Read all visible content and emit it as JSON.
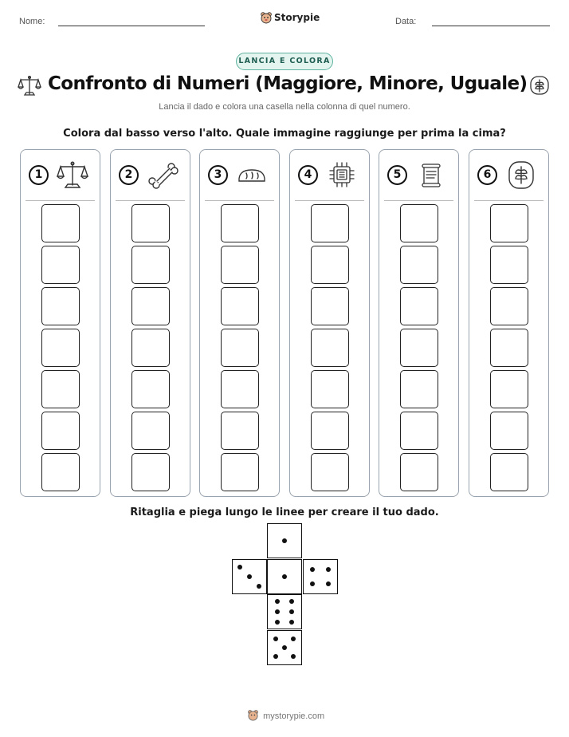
{
  "header": {
    "name_label": "Nome:",
    "date_label": "Data:",
    "brand": "Storypie"
  },
  "badge": "LANCIA E COLORA",
  "title": "Confronto di Numeri (Maggiore, Minore, Uguale)",
  "subtitle": "Lancia il dado e colora una casella nella colonna di quel numero.",
  "instruction": "Colora dal basso verso l'alto. Quale immagine raggiunge per prima la cima?",
  "columns": [
    {
      "number": "1",
      "icon": "balance-scale-icon"
    },
    {
      "number": "2",
      "icon": "bone-icon"
    },
    {
      "number": "3",
      "icon": "bread-icon"
    },
    {
      "number": "4",
      "icon": "microchip-icon"
    },
    {
      "number": "5",
      "icon": "scroll-icon"
    },
    {
      "number": "6",
      "icon": "leaf-emblem-icon"
    }
  ],
  "boxes_per_column": 7,
  "die_instruction": "Ritaglia e piega lungo le linee per creare il tuo dado.",
  "die_faces": [
    1,
    3,
    1,
    4,
    6,
    5
  ],
  "footer": "mystorypie.com"
}
